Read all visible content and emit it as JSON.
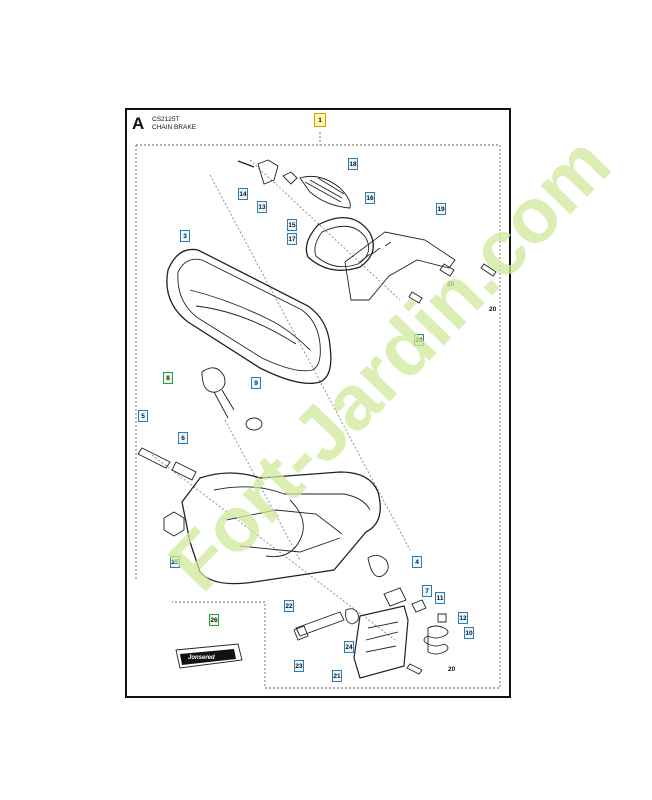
{
  "section_letter": "A",
  "model": "CS2125T",
  "section_title": "CHAIN BRAKE",
  "callouts": {
    "c1": "1",
    "c3": "3",
    "c4": "4",
    "c5": "5",
    "c6": "6",
    "c7": "7",
    "c8": "8",
    "c9": "9",
    "c10": "10",
    "c11": "11",
    "c12": "12",
    "c13": "13",
    "c14": "14",
    "c15": "15",
    "c16": "16",
    "c17": "17",
    "c18": "18",
    "c19": "19",
    "c20a": "20",
    "c20b": "20",
    "c20c": "20",
    "c20d": "20",
    "c21": "21",
    "c22": "22",
    "c23": "23",
    "c24": "24",
    "c25": "25",
    "c26": "26"
  },
  "brand_label": "Jonsered",
  "watermark": "Fort-Jardin.com",
  "colors": {
    "callout_border_blue": "#2b7fb0",
    "callout_border_green": "#2b9a48",
    "highlight_yellow": "#fff7b0",
    "watermark_green": "#cfe89a"
  }
}
